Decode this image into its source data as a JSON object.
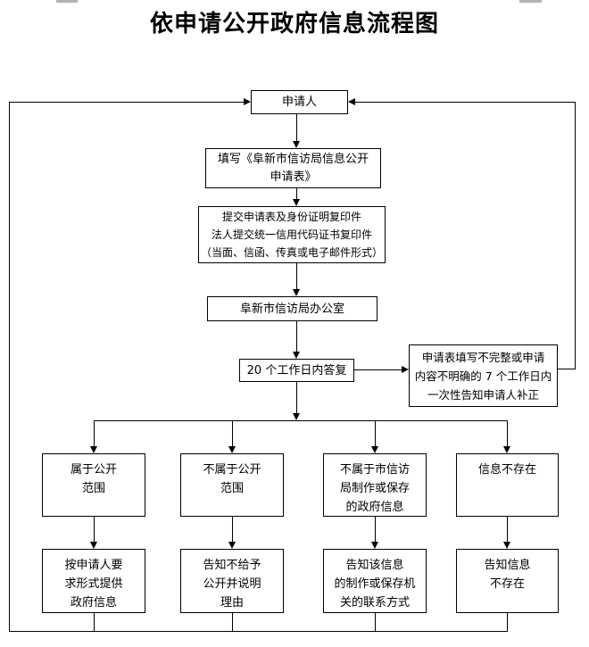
{
  "colors": {
    "line": "#000000",
    "box_border": "#000000",
    "background": "#ffffff",
    "text": "#000000",
    "fragment": "#b3b3b3"
  },
  "title": "依申请公开政府信息流程图",
  "nodes": {
    "applicant": {
      "l1": "申请人"
    },
    "fill_form": {
      "l1": "填写《阜新市信访局信息公开",
      "l2": "申请表》"
    },
    "submit": {
      "l1": "提交申请表及身份证明复印件",
      "l2": "法人提交统一信用代码证书复印件",
      "l3": "（当面、信函、传真或电子邮件形式）"
    },
    "office": {
      "l1": "阜新市信访局办公室"
    },
    "reply": {
      "l1": "20 个工作日内答复"
    },
    "supplement": {
      "l1": "申请表填写不完整或申请",
      "l2": "内容不明确的 7 个工作日内",
      "l3": "一次性告知申请人补正"
    },
    "outcome1": {
      "l1": "属于公开",
      "l2": "范围"
    },
    "outcome2": {
      "l1": "不属于公开",
      "l2": "范围"
    },
    "outcome3": {
      "l1": "不属于市信访",
      "l2": "局制作或保存",
      "l3": "的政府信息"
    },
    "outcome4": {
      "l1": "信息不存在"
    },
    "action1": {
      "l1": "按申请人要",
      "l2": "求形式提供",
      "l3": "政府信息"
    },
    "action2": {
      "l1": "告知不给予",
      "l2": "公开并说明",
      "l3": "理由"
    },
    "action3": {
      "l1": "告知该信息",
      "l2": "的制作或保存机",
      "l3": "关的联系方式"
    },
    "action4": {
      "l1": "告知信息",
      "l2": "不存在"
    }
  }
}
